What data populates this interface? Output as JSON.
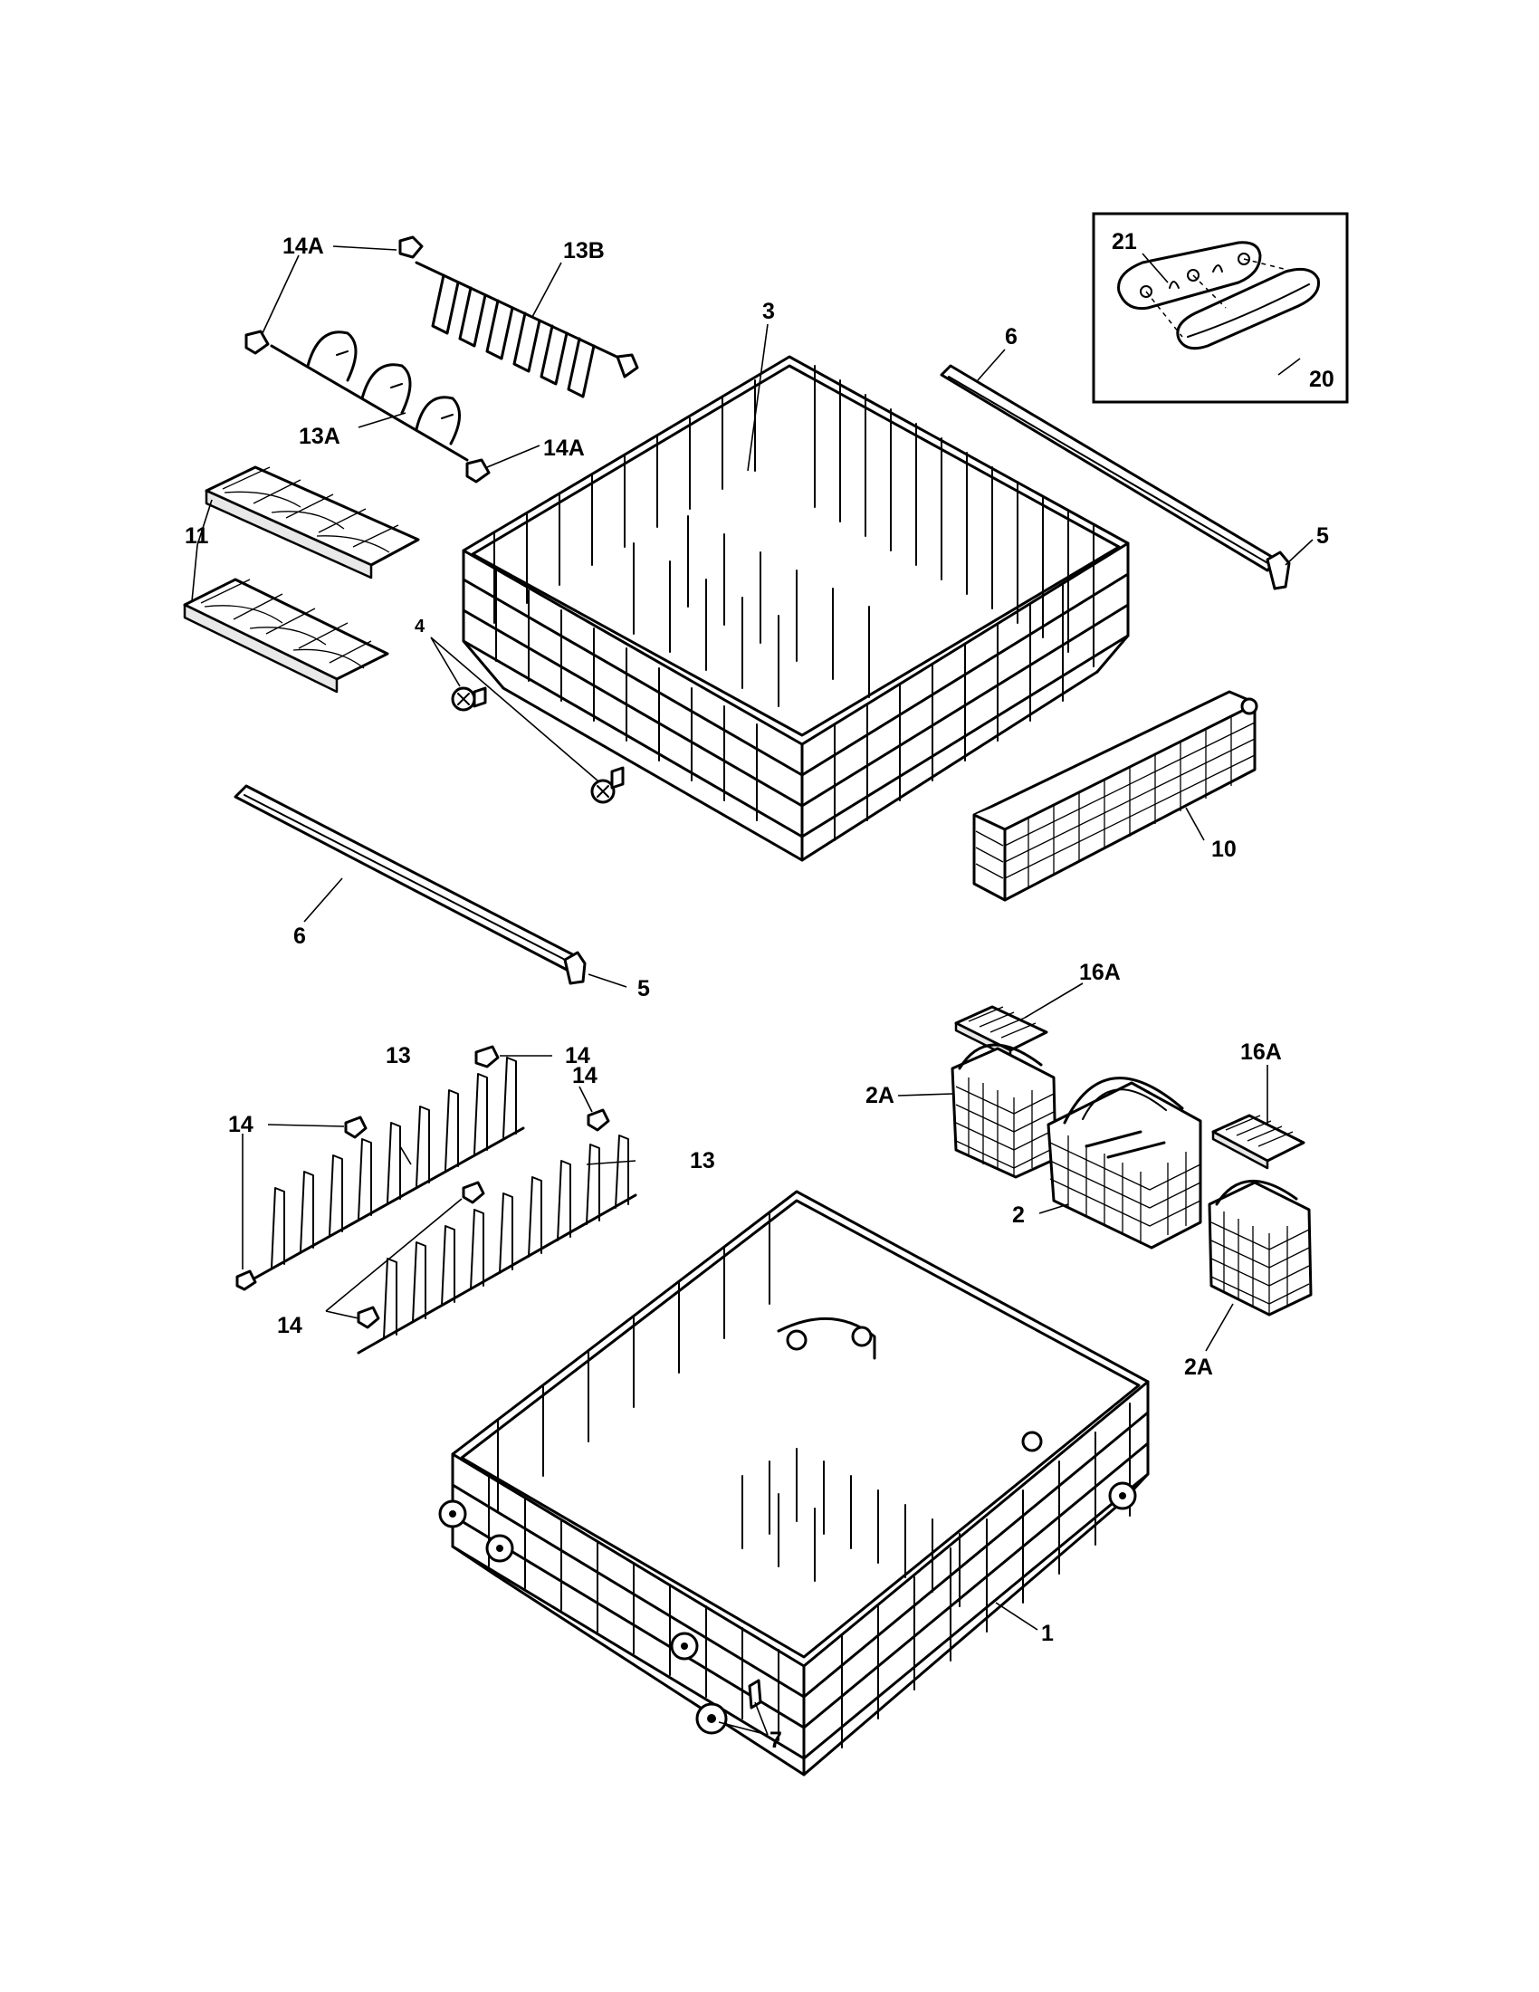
{
  "diagram": {
    "callouts": {
      "c21": "21",
      "c20": "20",
      "c14a_top": "14A",
      "c13b": "13B",
      "c13a": "13A",
      "c14a_mid": "14A",
      "c3": "3",
      "c6_top": "6",
      "c5_top": "5",
      "c11": "11",
      "c4": "4",
      "c10": "10",
      "c6_bottom": "6",
      "c5_bottom": "5",
      "c16a_left": "16A",
      "c16a_right": "16A",
      "c2a_left": "2A",
      "c2": "2",
      "c2a_right": "2A",
      "c13_left": "13",
      "c14_top": "14",
      "c14_left": "14",
      "c14_right": "14",
      "c13_right": "13",
      "c14_bottom": "14",
      "c1": "1",
      "c7": "7"
    }
  }
}
